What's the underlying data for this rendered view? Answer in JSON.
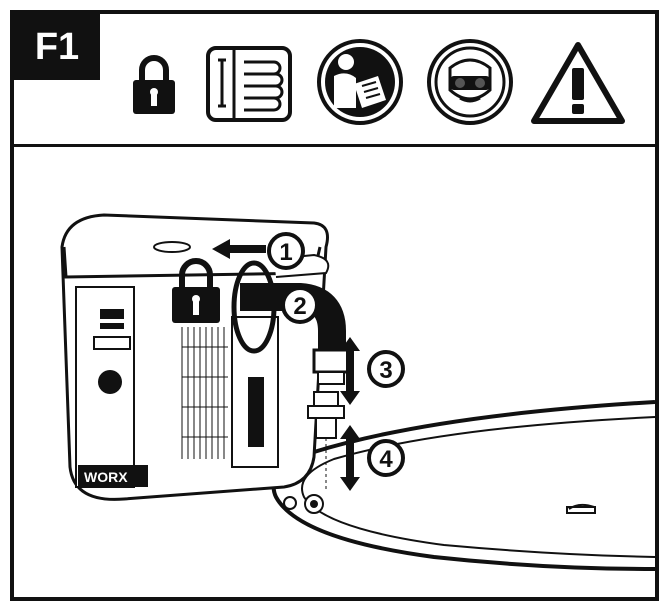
{
  "figure": {
    "label": "F1",
    "brand": "WORX"
  },
  "header_icons": [
    {
      "icon": "lock-icon"
    },
    {
      "icon": "heating-coil-icon"
    },
    {
      "icon": "read-manual-icon"
    },
    {
      "icon": "safety-goggles-icon"
    },
    {
      "icon": "warning-icon"
    }
  ],
  "steps": [
    {
      "number": "1"
    },
    {
      "number": "2"
    },
    {
      "number": "3"
    },
    {
      "number": "4"
    }
  ],
  "colors": {
    "ink": "#111111",
    "paper": "#ffffff"
  }
}
